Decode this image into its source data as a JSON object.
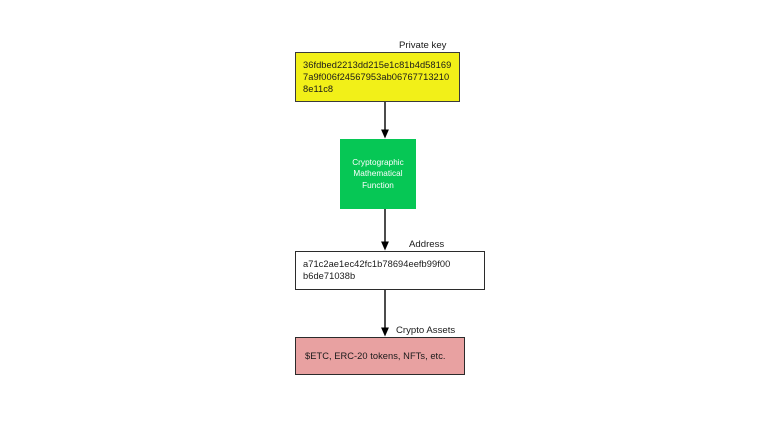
{
  "diagram": {
    "title": "",
    "background": "#ffffff",
    "colors": {
      "private_key_fill": "#f2f018",
      "function_fill": "#06c755",
      "address_fill": "#ffffff",
      "assets_fill": "#e8a1a1",
      "border": "#2b2b2b",
      "arrow": "#000000",
      "text": "#1a1a1a",
      "function_text": "#ffffff"
    },
    "nodes": [
      {
        "id": "private-key",
        "label": "Private key",
        "text": "36fdbed2213dd215e1c81b4d58169\n7a9f006f24567953ab06767713210\n8e11c8"
      },
      {
        "id": "function",
        "label": "",
        "text": "Cryptographic\nMathematical\nFunction"
      },
      {
        "id": "address",
        "label": "Address",
        "text": "a71c2ae1ec42fc1b78694eefb99f00\nb6de71038b"
      },
      {
        "id": "assets",
        "label": "Crypto Assets",
        "text": "$ETC, ERC-20 tokens, NFTs, etc."
      }
    ],
    "edges": [
      {
        "id": "edge-key-to-function",
        "from": "private-key",
        "to": "function",
        "arrow": "down"
      },
      {
        "id": "edge-function-to-address",
        "from": "function",
        "to": "address",
        "arrow": "down"
      },
      {
        "id": "edge-address-to-assets",
        "from": "address",
        "to": "assets",
        "arrow": "down"
      }
    ]
  }
}
